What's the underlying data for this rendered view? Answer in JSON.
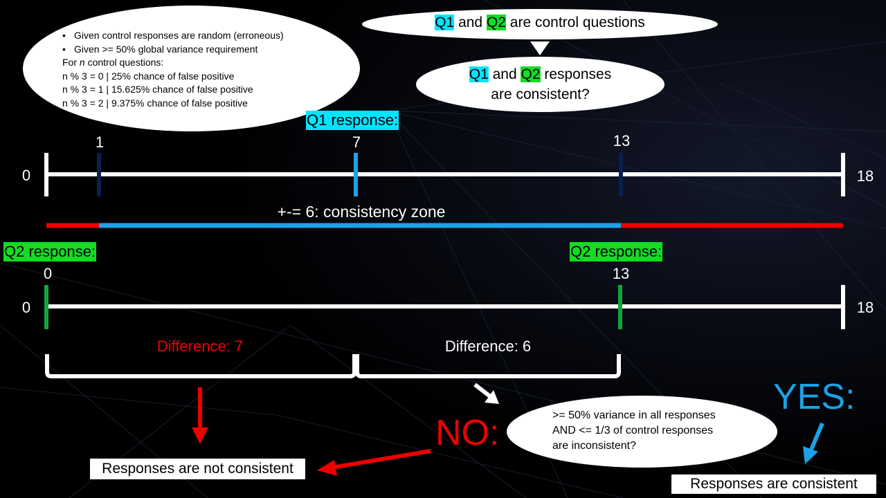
{
  "top_bubble": {
    "bullets": [
      "Given control responses are random (erroneous)",
      "Given >= 50% global variance requirement"
    ],
    "line_for_prefix": "For ",
    "line_for_var": "n",
    "line_for_suffix": " control questions:",
    "cases": [
      "n % 3 = 0 | 25% chance of false positive",
      "n % 3 = 1 | 15.625% chance of false positive",
      "n % 3 = 2 | 9.375% chance of false positive"
    ]
  },
  "control_bubble": {
    "q1": "Q1",
    "and": " and ",
    "q2": "Q2",
    "rest": " are control questions"
  },
  "consistent_bubble": {
    "q1": "Q1",
    "and": " and ",
    "q2": "Q2",
    "rest1": " responses",
    "line2": "are consistent?"
  },
  "q1_tag": "Q1 response:",
  "q2_tag_left": "Q2 response:",
  "q2_tag_right": "Q2 response:",
  "scale1": {
    "min_label": "0",
    "max_label": "18",
    "ticks": [
      "1",
      "7",
      "13"
    ]
  },
  "scale2": {
    "min_label": "0",
    "max_label": "18",
    "ticks": [
      "0",
      "13"
    ]
  },
  "consistency_zone_label": "+-= 6: consistency zone",
  "difference_left": "Difference: 7",
  "difference_right": "Difference: 6",
  "no_label": "NO:",
  "yes_label": "YES:",
  "variance_bubble": {
    "line1": ">= 50% variance in all responses",
    "line2": "AND <= 1/3 of control responses",
    "line3": "are inconsistent?"
  },
  "not_consistent_box": "Responses are not consistent",
  "consistent_box": "Responses are consistent",
  "colors": {
    "cyan": "#00e5ff",
    "green": "#11dd22",
    "red": "#ee0000",
    "blue": "#1aa3e8",
    "navy": "#0a1e50",
    "tick_green": "#13a53d"
  }
}
